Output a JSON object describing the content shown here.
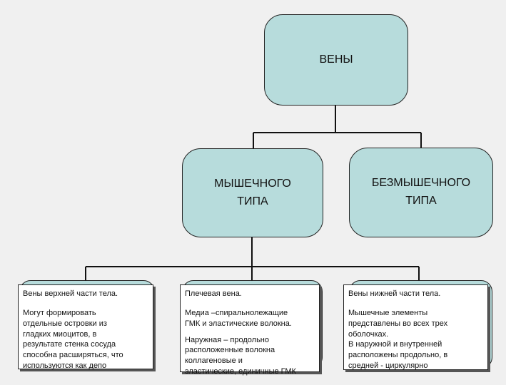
{
  "diagram": {
    "root": {
      "label": "ВЕНЫ"
    },
    "children": [
      {
        "label": "МЫШЕЧНОГО\nТИПА"
      },
      {
        "label": "БЕЗМЫШЕЧНОГО\nТИПА"
      }
    ],
    "cards": [
      {
        "heading": "Вены верхней части тела.",
        "paragraphs": [
          "Могут формировать\nотдельные островки из\nгладких миоцитов, в\nрезультате стенка сосуда\nспособна расширяться, что\nиспользуются как депо"
        ]
      },
      {
        "heading": "Плечевая вена.",
        "paragraphs": [
          "Медиа –спиральнолежащие\nГМК и эластические волокна.",
          "Наружная – продольно\nрасположенные волокна\nколлагеновые и\nэластические, единичные ГМК"
        ]
      },
      {
        "heading": "Вены нижней части тела.",
        "paragraphs": [
          "Мышечные элементы\nпредставлены во всех трех\nоболочках.\nВ наружной и внутренней\nрасположены продольно, в\nсредней - циркулярно"
        ]
      }
    ]
  }
}
